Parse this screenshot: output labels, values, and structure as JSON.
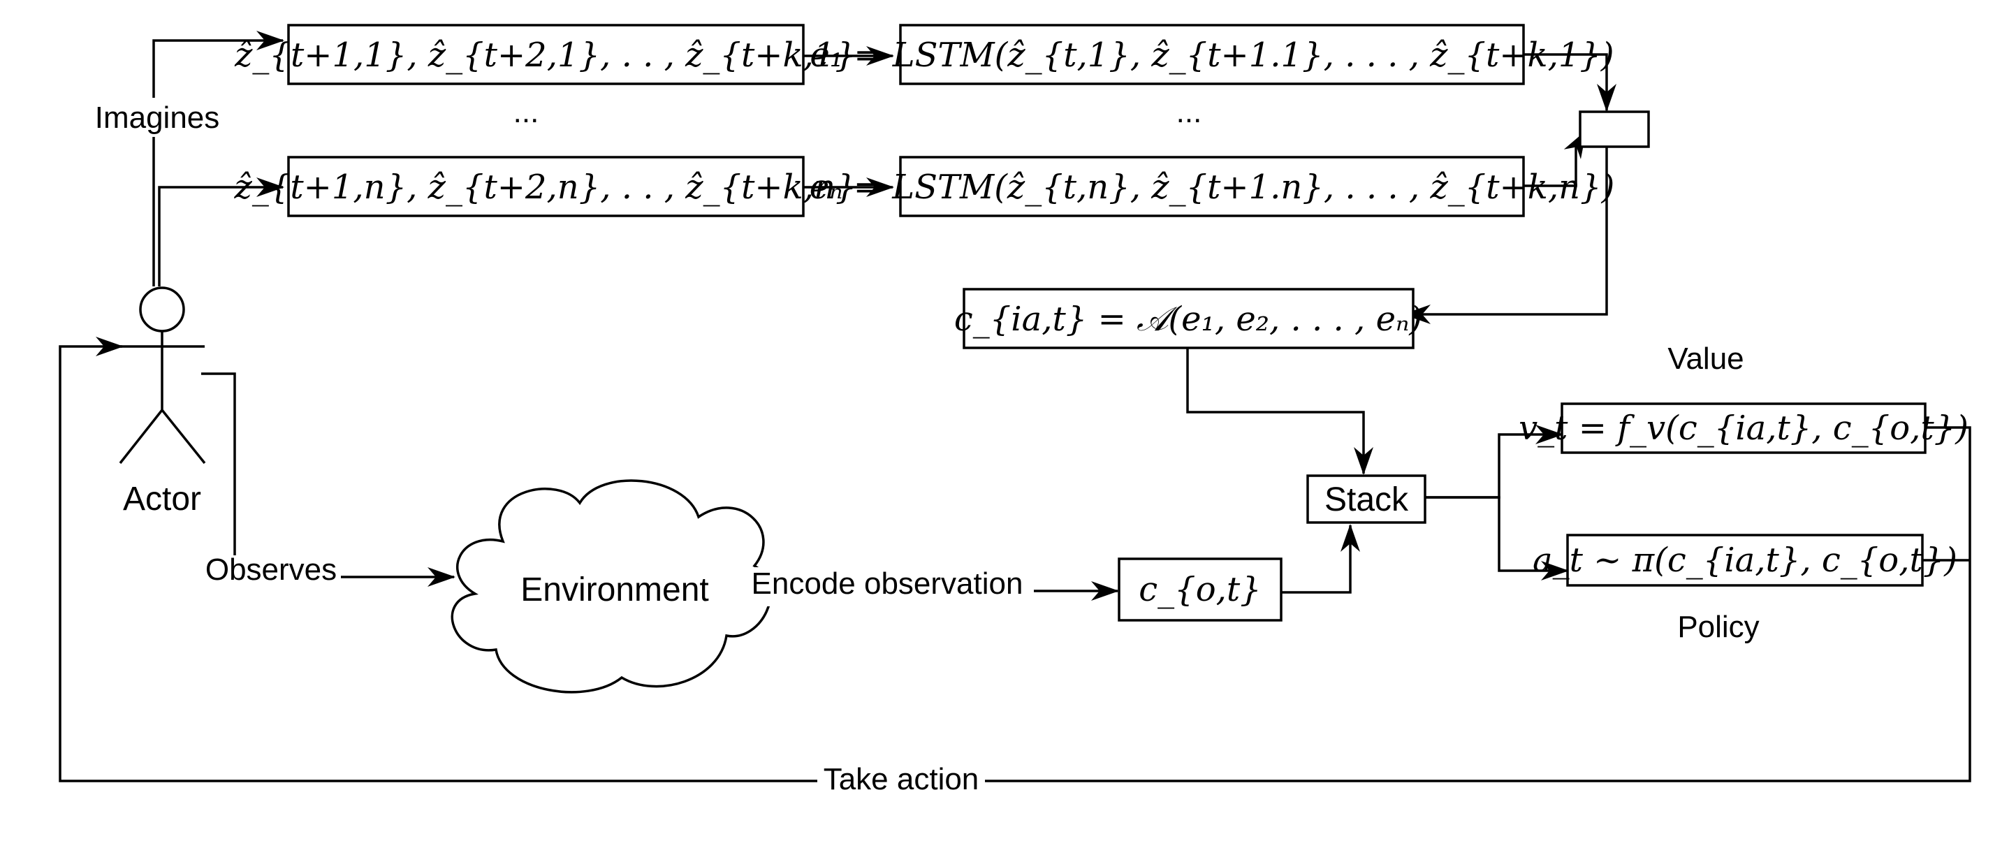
{
  "nodes": {
    "seq_first": "ẑ_{t+1,1}, ẑ_{t+2,1}, . . , ẑ_{t+k,1}",
    "seq_last": "ẑ_{t+1,n}, ẑ_{t+2,n}, . . , ẑ_{t+k,n}",
    "enc_first": "e₁ = LSTM(ẑ_{t,1}, ẑ_{t+1.1}, . . . , ẑ_{t+k,1})",
    "enc_last": "eₙ = LSTM(ẑ_{t,n}, ẑ_{t+1.n}, . . . , ẑ_{t+k,n})",
    "aggregate": "c_{ia,t} = 𝒜(e₁, e₂, . . . , eₙ)",
    "stack": "Stack",
    "obs_encoding": "c_{o,t}",
    "value_fn": "v_t = f_v(c_{ia,t}, c_{o,t})",
    "policy_fn": "a_t ~ π(c_{ia,t}, c_{o,t})",
    "environment": "Environment",
    "actor": "Actor"
  },
  "labels": {
    "imagines": "Imagines",
    "ellipsis_left": "...",
    "ellipsis_right": "...",
    "observes": "Observes",
    "encode_observation": "Encode observation",
    "value": "Value",
    "policy": "Policy",
    "take_action": "Take action"
  }
}
